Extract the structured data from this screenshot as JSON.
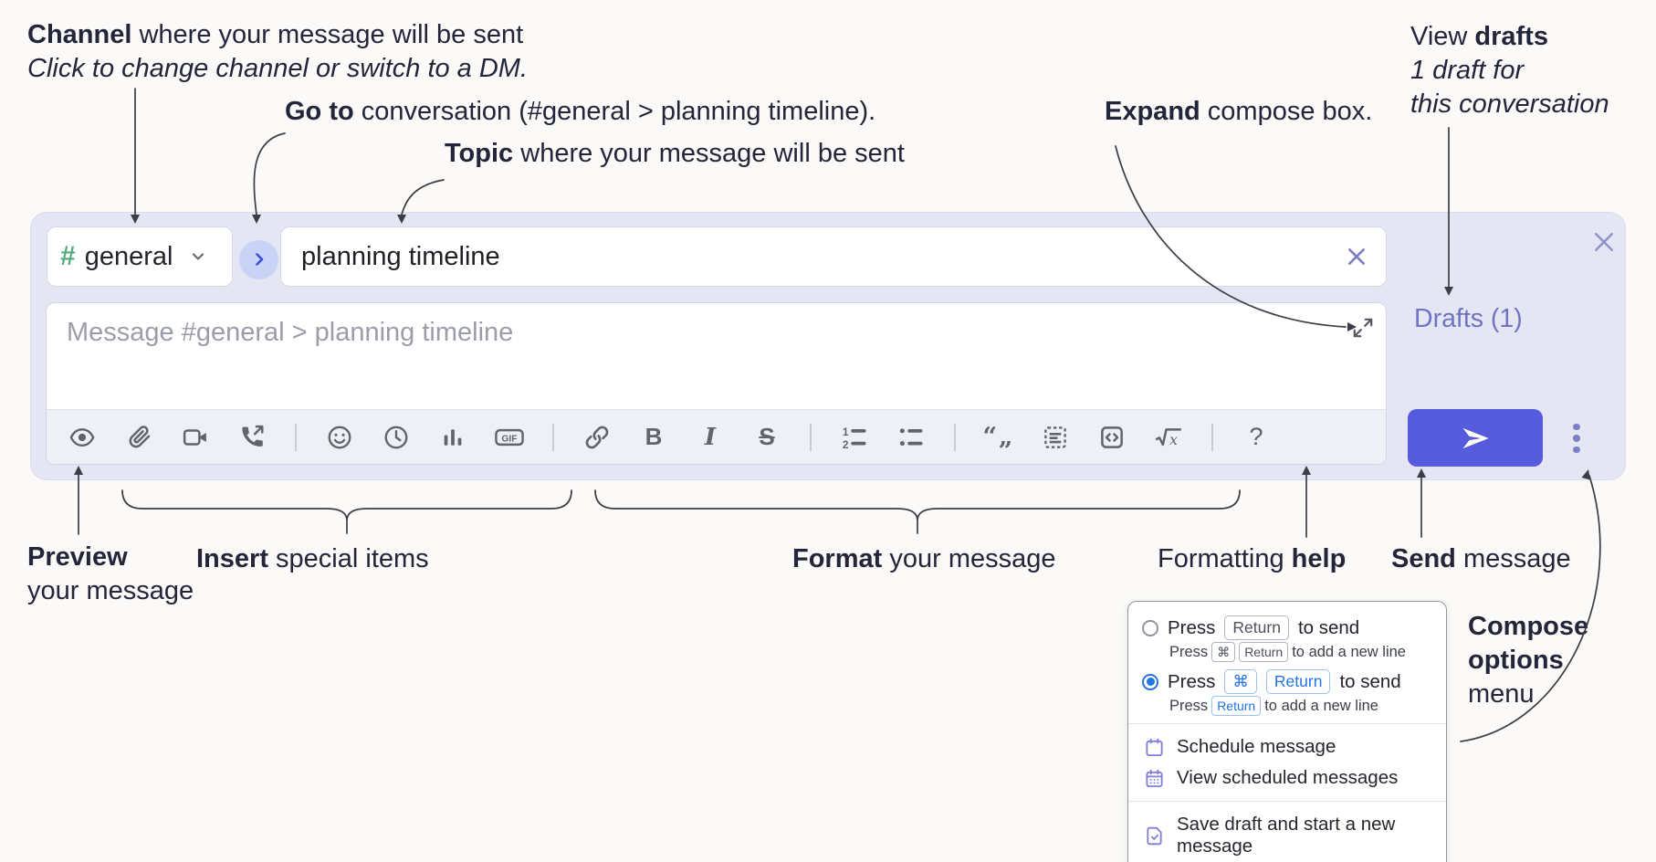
{
  "annotations": {
    "channel": {
      "bold": "Channel",
      "rest": " where your message will be sent",
      "italic": "Click to change channel or switch to a DM."
    },
    "goto": {
      "bold": "Go to",
      "rest": " conversation (#general > planning timeline)."
    },
    "topic": {
      "bold": "Topic",
      "rest": " where your message will be sent"
    },
    "expand": {
      "bold": "Expand",
      "rest": " compose box."
    },
    "view_drafts": {
      "pre": "View ",
      "bold": "drafts",
      "line2": "1 draft for",
      "line3": "this conversation"
    },
    "preview": {
      "bold": "Preview",
      "line2": "your message"
    },
    "insert": {
      "bold": "Insert",
      "rest": " special items"
    },
    "format": {
      "bold": "Format",
      "rest": " your message"
    },
    "formatting_help": {
      "pre": "Formatting ",
      "bold": "help"
    },
    "send": {
      "bold": "Send",
      "rest": " message"
    },
    "compose_options": {
      "line1": "Compose",
      "line2": "options",
      "line3": "menu"
    }
  },
  "composer": {
    "channel_hash": "#",
    "channel_name": "general",
    "topic_value": "planning timeline",
    "message_placeholder": "Message #general > planning timeline",
    "drafts_label": "Drafts (1)"
  },
  "toolbar_labels": {
    "bold": "B",
    "italic": "I",
    "strikethrough": "S",
    "gif": "GIF",
    "quote": "“„",
    "formula_x": "x",
    "help": "?",
    "ol1": "1",
    "ol2": "2"
  },
  "popup": {
    "options": [
      {
        "selected": false,
        "main": {
          "pre": "Press",
          "keys": [
            "Return"
          ],
          "post": "to send"
        },
        "sub": {
          "pre": "Press",
          "keys": [
            "⌘",
            "Return"
          ],
          "post": "to add a new line"
        }
      },
      {
        "selected": true,
        "main": {
          "pre": "Press",
          "keys": [
            "⌘",
            "Return"
          ],
          "post": "to send"
        },
        "sub": {
          "pre": "Press",
          "keys": [
            "Return"
          ],
          "post": "to add a new line"
        }
      }
    ],
    "menu_items": [
      "Schedule message",
      "View scheduled messages",
      "Save draft and start a new message"
    ]
  },
  "colors": {
    "container": "#e4e6f4",
    "send_button": "#565add",
    "accent_blue": "#2373e1",
    "drafts_link": "#6f74c0",
    "hash_green": "#55ab7d",
    "menu_icon_purple": "#7e80d8"
  }
}
